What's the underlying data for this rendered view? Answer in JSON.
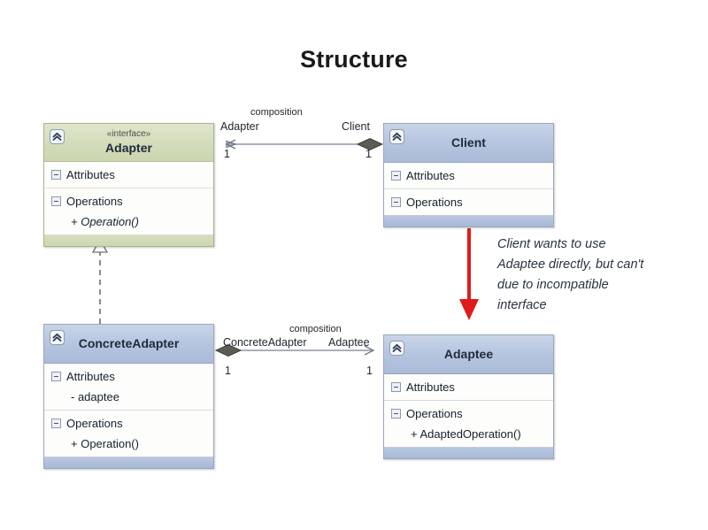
{
  "slide": {
    "title": "Structure",
    "background": "#ffffff"
  },
  "colors": {
    "interface_header": "#d3dcba",
    "class_header": "#b6c5e0",
    "border": "#9aa7bd",
    "annotation_arrow": "#e01b1b",
    "text": "#15202e"
  },
  "classes": {
    "adapter": {
      "stereotype": "«interface»",
      "name": "Adapter",
      "attributes_label": "Attributes",
      "operations_label": "Operations",
      "operations": [
        "+ Operation()"
      ],
      "attributes": [],
      "icon": "chevron-double-up-icon"
    },
    "client": {
      "name": "Client",
      "attributes_label": "Attributes",
      "operations_label": "Operations",
      "attributes": [],
      "operations": [],
      "icon": "chevron-double-up-icon"
    },
    "concrete_adapter": {
      "name": "ConcreteAdapter",
      "attributes_label": "Attributes",
      "operations_label": "Operations",
      "attributes": [
        "- adaptee"
      ],
      "operations": [
        "+ Operation()"
      ],
      "icon": "chevron-double-up-icon"
    },
    "adaptee": {
      "name": "Adaptee",
      "attributes_label": "Attributes",
      "operations_label": "Operations",
      "attributes": [],
      "operations": [
        "+ AdaptedOperation()"
      ],
      "icon": "chevron-double-up-icon"
    }
  },
  "relations": {
    "client_to_adapter": {
      "kind": "composition",
      "label": "composition",
      "source_role": "Client",
      "source_multiplicity": "1",
      "target_role": "Adapter",
      "target_multiplicity": "1"
    },
    "concrete_to_adaptee": {
      "kind": "composition",
      "label": "composition",
      "source_role": "ConcreteAdapter",
      "source_multiplicity": "1",
      "target_role": "Adaptee",
      "target_multiplicity": "1"
    },
    "concrete_realizes_adapter": {
      "kind": "realization",
      "label": ""
    }
  },
  "annotation": {
    "lines": [
      "Client wants to use",
      "Adaptee directly, but can't",
      "due to incompatible",
      "interface"
    ],
    "text": "Client wants to use Adaptee directly, but can't due to incompatible interface",
    "arrow": "down-arrow-icon"
  }
}
